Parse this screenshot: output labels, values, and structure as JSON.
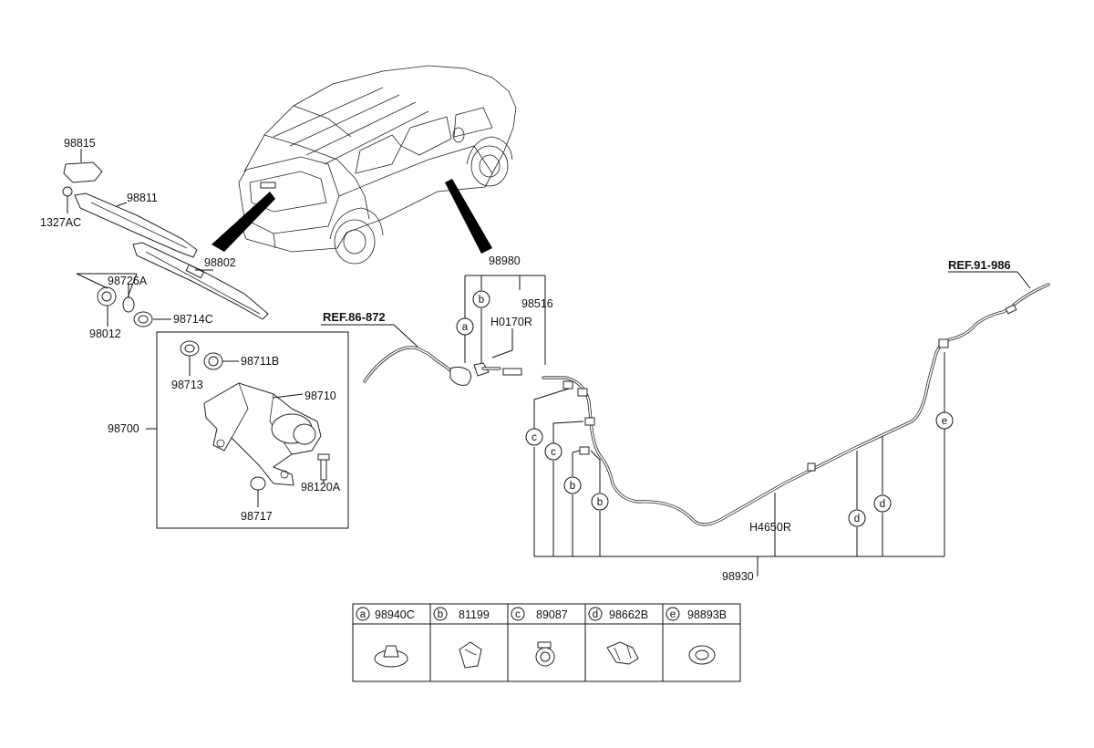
{
  "parts": {
    "p98815": "98815",
    "p98811": "98811",
    "p1327AC": "1327AC",
    "p98802": "98802",
    "p98726A": "98726A",
    "p98012": "98012",
    "p98714C": "98714C",
    "p98713": "98713",
    "p98711B": "98711B",
    "p98710": "98710",
    "p98700": "98700",
    "p98717": "98717",
    "p98120A": "98120A",
    "p98980": "98980",
    "p98516": "98516",
    "pH0170R": "H0170R",
    "pH4650R": "H4650R",
    "p98930": "98930"
  },
  "refs": {
    "left": "REF.86-872",
    "right": "REF.91-986"
  },
  "callouts": {
    "a": "a",
    "b": "b",
    "c": "c",
    "d": "d",
    "e": "e"
  },
  "legend": [
    {
      "letter": "a",
      "part": "98940C"
    },
    {
      "letter": "b",
      "part": "81199"
    },
    {
      "letter": "c",
      "part": "89087"
    },
    {
      "letter": "d",
      "part": "98662B"
    },
    {
      "letter": "e",
      "part": "98893B"
    }
  ]
}
